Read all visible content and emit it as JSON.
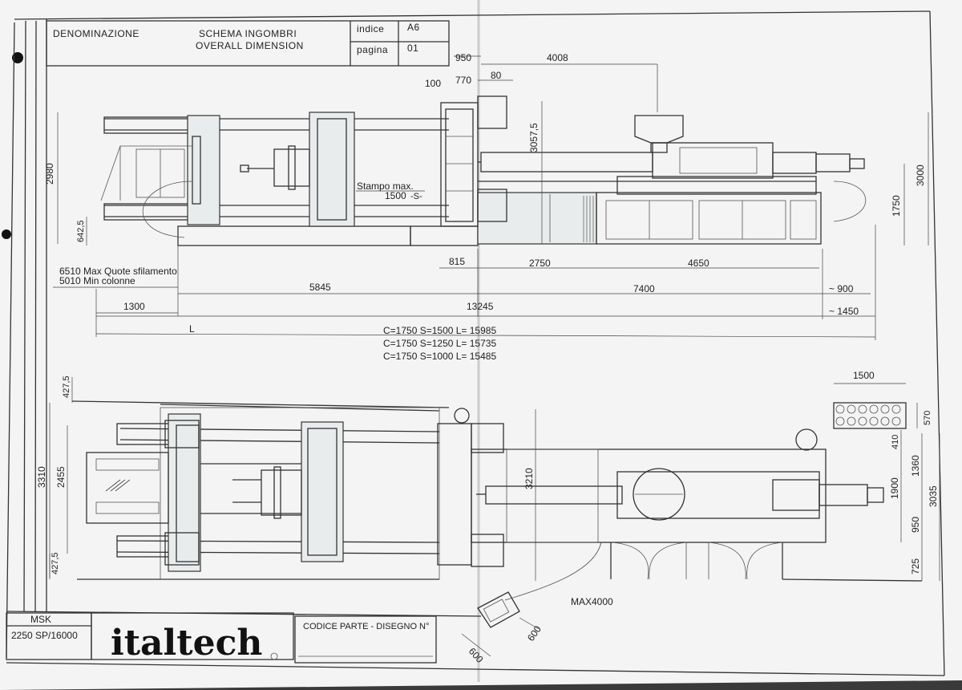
{
  "title_block": {
    "denominazione_label": "DENOMINAZIONE",
    "title_it": "SCHEMA INGOMBRI",
    "title_en": "OVERALL DIMENSION",
    "indice_label": "indice",
    "indice_value": "A6",
    "pagina_label": "pagina",
    "pagina_value": "01"
  },
  "bottom_block": {
    "model_line1": "MSK",
    "model_line2": "2250 SP/16000",
    "logo_text": "italtech",
    "codice_label": "CODICE PARTE - DISEGNO N°"
  },
  "side_view": {
    "dims": {
      "d950": "950",
      "d4008": "4008",
      "d100": "100",
      "d770": "770",
      "d80": "80",
      "d3057": "3057,5",
      "d2980": "2980",
      "d3000": "3000",
      "d1750": "1750",
      "d6425": "642,5",
      "d815": "815",
      "d2750": "2750",
      "d4650": "4650",
      "d5845": "5845",
      "d7400": "7400",
      "d900": "~ 900",
      "d1300": "1300",
      "d13245": "13245",
      "d1450": "~ 1450",
      "L": "L"
    },
    "stampo_max": "Stampo max.",
    "stampo_value": "1500",
    "stampo_s": "-S-",
    "sfilamento_line1": "6510 Max  Quote sfilamento",
    "sfilamento_line2": "5010 Min   colonne",
    "lengths": [
      "C=1750  S=1500  L= 15985",
      "C=1750  S=1250  L= 15735",
      "C=1750  S=1000  L= 15485"
    ]
  },
  "top_view": {
    "dims": {
      "d4275a": "427,5",
      "d4275b": "427,5",
      "d3310": "3310",
      "d2455": "2455",
      "d3210": "3210",
      "d1500": "1500",
      "d570": "570",
      "d410": "410",
      "d1360": "1360",
      "d1900": "1900",
      "d3035": "3035",
      "d950": "950",
      "d725": "725",
      "max4000": "MAX4000",
      "d600a": "600",
      "d600b": "600"
    }
  }
}
